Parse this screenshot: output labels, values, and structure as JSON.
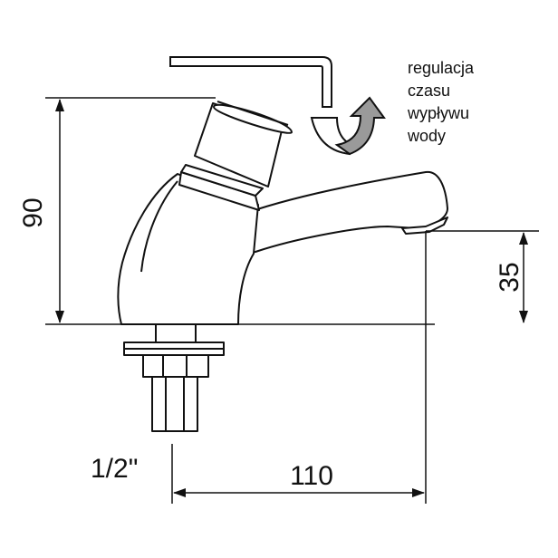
{
  "dimensions": {
    "height_total": "90",
    "spout_height": "35",
    "spout_reach": "110",
    "thread_size": "1/2\""
  },
  "annotation": {
    "lines": [
      "regulacja",
      "czasu",
      "wypływu",
      "wody"
    ]
  },
  "icons": {
    "allen_key": "allen-key-icon",
    "rotate_arrow": "rotation-arrow-icon"
  },
  "colors": {
    "line": "#111111",
    "arrow_fill": "#9a9a9a",
    "background": "#ffffff"
  }
}
